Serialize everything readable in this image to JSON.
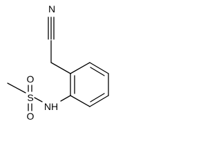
{
  "molecule": {
    "atoms": {
      "nitrile_n": "N",
      "sulfonamide_nh": "NH",
      "sulfur": "S",
      "oxygen_top": "O",
      "oxygen_bottom": "O"
    }
  }
}
